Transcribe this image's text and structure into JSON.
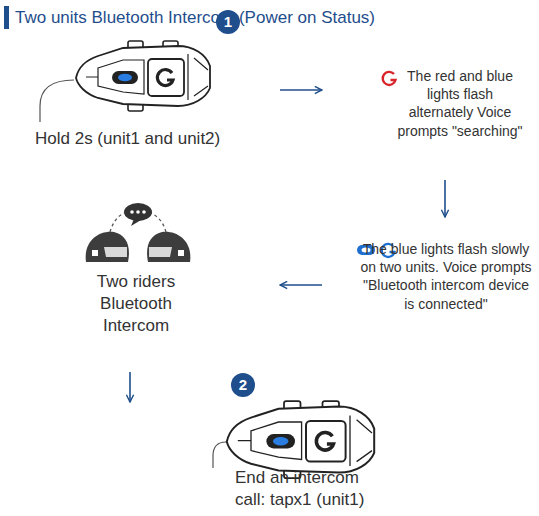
{
  "diagram": {
    "title": "Two units Bluetooth Intercom (Power on Status)",
    "nodes": [
      {
        "text": [
          "Hold 2s (unit1 and unit2)"
        ]
      },
      {
        "text": [
          "The red and blue lights flash alternately Voice prompts \"searching\""
        ]
      },
      {
        "text": [
          "The blue lights flash slowly on two units. Voice prompts \"Bluetooth intercom device is connected\""
        ]
      },
      {
        "text": [
          "Two riders Bluetooth Intercom"
        ]
      },
      {
        "text": [
          "End an intercom call: tapx1 (unit1)"
        ]
      }
    ],
    "edges": [
      {
        "from": 0,
        "to": 1,
        "arrow": "to"
      },
      {
        "from": 1,
        "to": 2,
        "arrow": "to"
      },
      {
        "from": 2,
        "to": 3,
        "arrow": "to"
      },
      {
        "from": 3,
        "to": 4,
        "arrow": "to"
      }
    ],
    "labels": [
      "1",
      "2"
    ]
  }
}
